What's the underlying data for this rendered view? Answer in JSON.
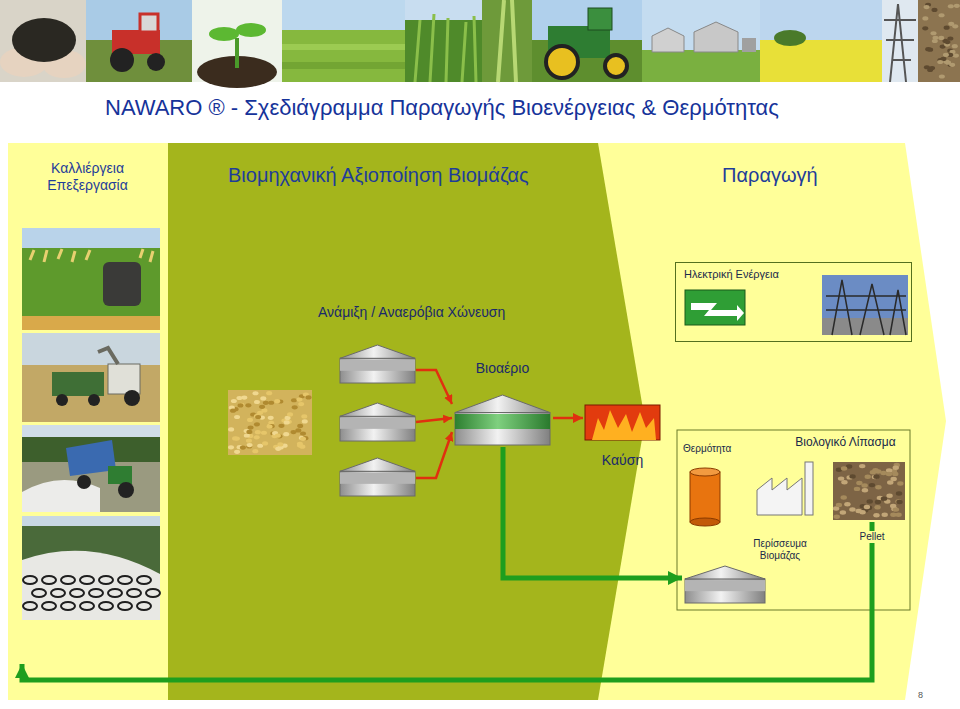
{
  "diagram": {
    "title": "NAWARO ® - Σχεδιάγραμμα Παραγωγής Βιοενέργειας & Θερμότητας",
    "nodes": [
      {
        "text": [
          "Καλλιέργεια Επεξεργασία"
        ]
      },
      {
        "text": [
          "Ανάμιξη / Αναερόβια Χώνευση"
        ]
      },
      {
        "text": [
          "Βιοαέριο"
        ],
        "in": 1
      },
      {
        "text": [
          "Καύση"
        ]
      },
      {
        "text": [
          "Ηλεκτρική Ενέργεια"
        ]
      },
      {
        "text": [
          "Θερμότητα"
        ]
      },
      {
        "text": [
          "Βιολογικό Λίπασμα"
        ]
      },
      {
        "text": [
          "Περίσσευμα Βιομάζας"
        ]
      }
    ],
    "edges": [
      {
        "from": 2,
        "to": 3,
        "arrow": "to"
      },
      {
        "from": 2,
        "to": 7,
        "arrow": "to"
      },
      {
        "from": 6,
        "to": 0,
        "label": "Pellet",
        "arrow": "to"
      }
    ],
    "labels": [
      "Βιομηχανική Αξιοποίηση Βιομάζας",
      "Παραγωγή",
      "8"
    ]
  }
}
